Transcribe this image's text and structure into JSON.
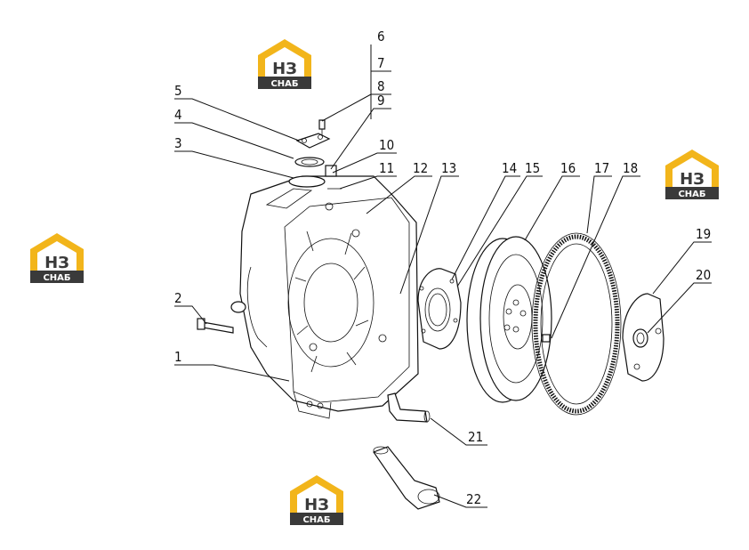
{
  "diagram": {
    "callouts": [
      {
        "id": "1",
        "label": "1"
      },
      {
        "id": "2",
        "label": "2"
      },
      {
        "id": "3",
        "label": "3"
      },
      {
        "id": "4",
        "label": "4"
      },
      {
        "id": "5",
        "label": "5"
      },
      {
        "id": "6",
        "label": "6"
      },
      {
        "id": "7",
        "label": "7"
      },
      {
        "id": "8",
        "label": "8"
      },
      {
        "id": "9",
        "label": "9"
      },
      {
        "id": "10",
        "label": "10"
      },
      {
        "id": "11",
        "label": "11"
      },
      {
        "id": "12",
        "label": "12"
      },
      {
        "id": "13",
        "label": "13"
      },
      {
        "id": "14",
        "label": "14"
      },
      {
        "id": "15",
        "label": "15"
      },
      {
        "id": "16",
        "label": "16"
      },
      {
        "id": "17",
        "label": "17"
      },
      {
        "id": "18",
        "label": "18"
      },
      {
        "id": "19",
        "label": "19"
      },
      {
        "id": "20",
        "label": "20"
      },
      {
        "id": "21",
        "label": "21"
      },
      {
        "id": "22",
        "label": "22"
      }
    ]
  },
  "watermark": {
    "brand_top": "НЗ",
    "brand_bottom": "СНАБ",
    "colors": {
      "yellow": "#f2b51b",
      "dark": "#3a3a3a",
      "white": "#ffffff"
    }
  }
}
